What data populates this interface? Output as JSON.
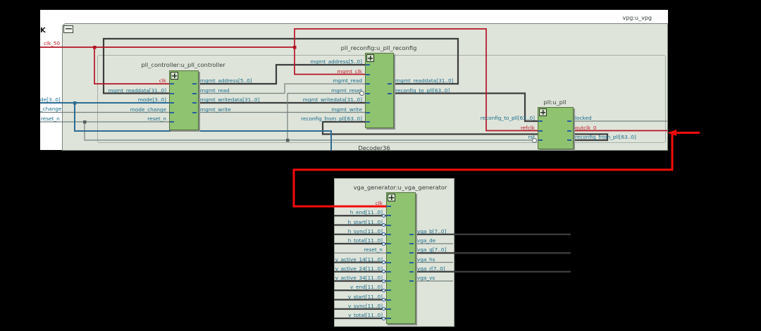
{
  "outer": {
    "instance_label": "vpg:u_vpg",
    "clipped_label": "K",
    "decoder_label": "Decoder36",
    "external_ports": [
      {
        "label": "clk_50"
      },
      {
        "label": "de[3..0]"
      },
      {
        "label": "_change"
      },
      {
        "label": "reset_n"
      }
    ]
  },
  "colors": {
    "clock_net": "#b41425",
    "highlight_net": "#f30b0b",
    "bus_net": "#3d3d3d",
    "single_net": "#75827f",
    "mode_net": "#2c6c94",
    "block_fill": "#8fc36f",
    "panel_bg": "#dfe4da",
    "port_text": "#176c8c"
  },
  "modules": [
    {
      "id": "pll_controller",
      "title": "pll_controller:u_pll_controller",
      "ports_left": [
        {
          "label": "clk",
          "clock": true
        },
        {
          "label": "mgmt_readdata[31..0]"
        },
        {
          "label": "mode[3..0]"
        },
        {
          "label": "mode_change"
        },
        {
          "label": "reset_n"
        }
      ],
      "ports_right": [
        {
          "label": "mgmt_address[5..0]"
        },
        {
          "label": "mgmt_read"
        },
        {
          "label": "mgmt_writedata[31..0]"
        },
        {
          "label": "mgmt_write"
        }
      ]
    },
    {
      "id": "pll_reconfig",
      "title": "pll_reconfig:u_pll_reconfig",
      "ports_left": [
        {
          "label": "mgmt_address[5..0]"
        },
        {
          "label": "mgmt_clk",
          "clock": true
        },
        {
          "label": "mgmt_read"
        },
        {
          "label": "mgmt_reset",
          "bubble": true
        },
        {
          "label": "mgmt_writedata[31..0]"
        },
        {
          "label": "mgmt_write"
        },
        {
          "label": "reconfig_from_pll[63..0]"
        }
      ],
      "ports_right": [
        {
          "label": "mgmt_readdata[31..0]"
        },
        {
          "label": "reconfig_to_pll[63..0]"
        }
      ]
    },
    {
      "id": "pll",
      "title": "pll:u_pll",
      "ports_left": [
        {
          "label": "reconfig_to_pll[63..0]"
        },
        {
          "label": "refclk",
          "clock": true
        },
        {
          "label": "rst",
          "bubble": true
        }
      ],
      "ports_right": [
        {
          "label": "locked"
        },
        {
          "label": "outclk_0",
          "clock": true
        },
        {
          "label": "reconfig_from_pll[63..0]"
        }
      ]
    },
    {
      "id": "vga_generator",
      "title": "vga_generator:u_vga_generator",
      "ports_left": [
        {
          "label": "clk",
          "clock": true
        },
        {
          "label": "h_end[11..0]",
          "bus": true
        },
        {
          "label": "h_start[11..0]",
          "bus": true
        },
        {
          "label": "h_sync[11..0]",
          "bus": true
        },
        {
          "label": "h_total[11..0]",
          "bus": true
        },
        {
          "label": "reset_n"
        },
        {
          "label": "v_active_14[11..0]",
          "bus": true
        },
        {
          "label": "v_active_24[11..0]",
          "bus": true
        },
        {
          "label": "v_active_34[11..0]",
          "bus": true
        },
        {
          "label": "v_end[11..0]",
          "bus": true
        },
        {
          "label": "v_start[11..0]",
          "bus": true
        },
        {
          "label": "v_sync[11..0]",
          "bus": true
        },
        {
          "label": "v_total[11..0]",
          "bus": true
        }
      ],
      "ports_right": [
        {
          "label": "vga_b[7..0]"
        },
        {
          "label": "vga_de"
        },
        {
          "label": "vga_g[7..0]"
        },
        {
          "label": "vga_hs"
        },
        {
          "label": "vga_r[7..0]"
        },
        {
          "label": "vga_vs"
        }
      ]
    }
  ]
}
